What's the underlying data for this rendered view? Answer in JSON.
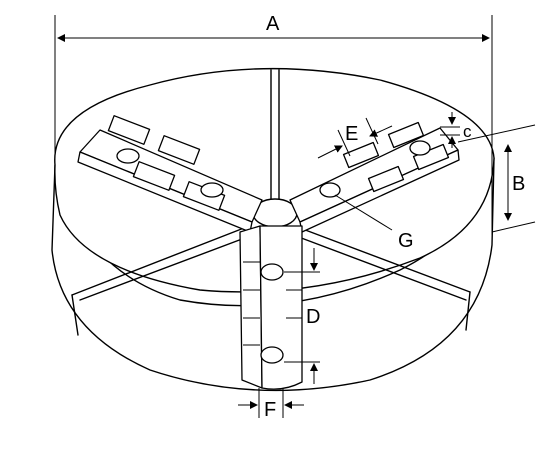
{
  "diagram": {
    "labels": {
      "a": "A",
      "b": "B",
      "c": "c",
      "d": "D",
      "e": "E",
      "f": "F",
      "g": "G"
    }
  }
}
